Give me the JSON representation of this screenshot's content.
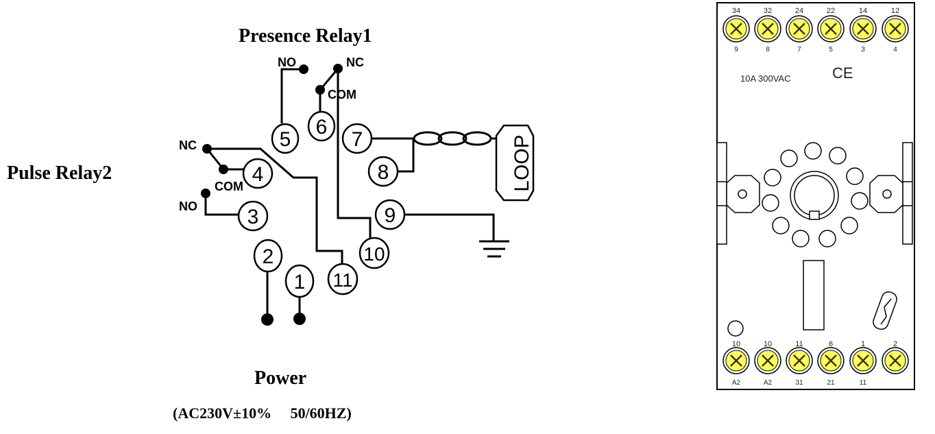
{
  "schematic": {
    "presence_relay_title": "Presence Relay1",
    "pulse_relay_title": "Pulse Relay2",
    "power_title": "Power",
    "power_spec": "(AC230V±10%　 50/60HZ)",
    "contact_labels": {
      "r1_no": "NO",
      "r1_nc": "NC",
      "r1_com": "COM",
      "r2_nc": "NC",
      "r2_com": "COM",
      "r2_no": "NO"
    },
    "loop_label": "LOOP",
    "pins": [
      "1",
      "2",
      "3",
      "4",
      "5",
      "6",
      "7",
      "8",
      "9",
      "10",
      "11"
    ]
  },
  "relay_base": {
    "rating": "10A 300VAC",
    "ce_mark": "CE",
    "top_terminals": [
      {
        "top": "34",
        "bottom": "9"
      },
      {
        "top": "32",
        "bottom": "8"
      },
      {
        "top": "24",
        "bottom": "7"
      },
      {
        "top": "22",
        "bottom": "5"
      },
      {
        "top": "14",
        "bottom": "3"
      },
      {
        "top": "12",
        "bottom": "4"
      }
    ],
    "bottom_terminals": [
      {
        "top": "10",
        "bottom": "A2"
      },
      {
        "top": "10",
        "bottom": "A2"
      },
      {
        "top": "11",
        "bottom": "31"
      },
      {
        "top": "6",
        "bottom": "21"
      },
      {
        "top": "1",
        "bottom": "11"
      },
      {
        "top": "2",
        "bottom": ""
      }
    ],
    "colors": {
      "terminal_fill": "#ffff55",
      "outline": "#000000"
    }
  }
}
